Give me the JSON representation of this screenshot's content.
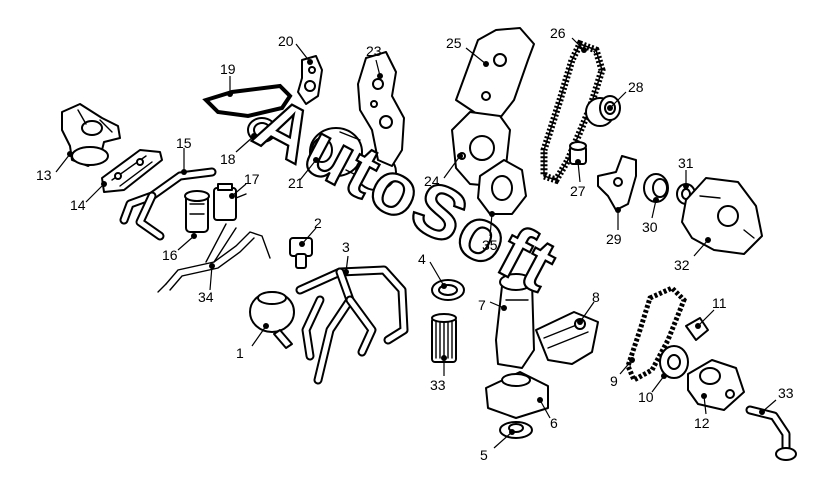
{
  "watermark": "AutoSoft",
  "callouts": [
    {
      "id": "c1",
      "label": "1"
    },
    {
      "id": "c2",
      "label": "2"
    },
    {
      "id": "c3",
      "label": "3"
    },
    {
      "id": "c4",
      "label": "4"
    },
    {
      "id": "c5",
      "label": "5"
    },
    {
      "id": "c6",
      "label": "6"
    },
    {
      "id": "c7",
      "label": "7"
    },
    {
      "id": "c8",
      "label": "8"
    },
    {
      "id": "c9",
      "label": "9"
    },
    {
      "id": "c10",
      "label": "10"
    },
    {
      "id": "c11",
      "label": "11"
    },
    {
      "id": "c12",
      "label": "12"
    },
    {
      "id": "c13",
      "label": "13"
    },
    {
      "id": "c14",
      "label": "14"
    },
    {
      "id": "c15",
      "label": "15"
    },
    {
      "id": "c16",
      "label": "16"
    },
    {
      "id": "c17",
      "label": "17"
    },
    {
      "id": "c18",
      "label": "18"
    },
    {
      "id": "c19",
      "label": "19"
    },
    {
      "id": "c20",
      "label": "20"
    },
    {
      "id": "c21",
      "label": "21"
    },
    {
      "id": "c23",
      "label": "23"
    },
    {
      "id": "c24",
      "label": "24"
    },
    {
      "id": "c25",
      "label": "25"
    },
    {
      "id": "c26",
      "label": "26"
    },
    {
      "id": "c27",
      "label": "27"
    },
    {
      "id": "c28",
      "label": "28"
    },
    {
      "id": "c29",
      "label": "29"
    },
    {
      "id": "c30",
      "label": "30"
    },
    {
      "id": "c31",
      "label": "31"
    },
    {
      "id": "c32",
      "label": "32"
    },
    {
      "id": "c33a",
      "label": "33"
    },
    {
      "id": "c33b",
      "label": "33"
    },
    {
      "id": "c34",
      "label": "34"
    },
    {
      "id": "c35",
      "label": "35"
    }
  ]
}
